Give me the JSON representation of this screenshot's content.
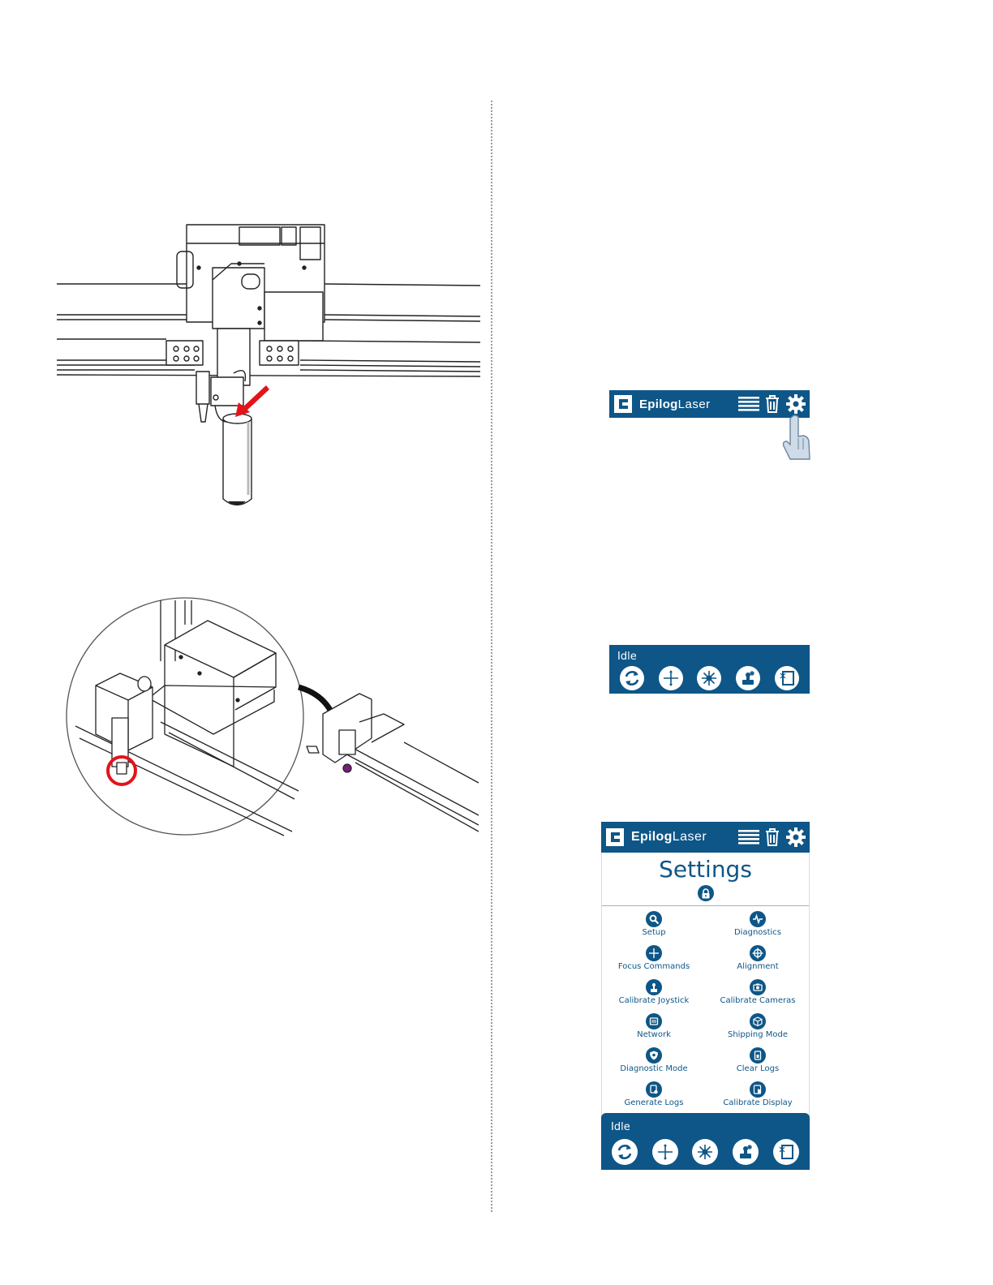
{
  "top_bar": {
    "brand_bold": "Epilog",
    "brand_light": "Laser",
    "icons": [
      "list-icon",
      "trash-icon",
      "gear-icon"
    ]
  },
  "status_panel": {
    "status": "Idle",
    "buttons": [
      "refresh-icon",
      "focus-icon",
      "laser-icon",
      "joystick-icon",
      "exit-icon"
    ]
  },
  "settings_screen": {
    "brand_bold": "Epilog",
    "brand_light": "Laser",
    "title": "Settings",
    "items": [
      {
        "label": "Setup",
        "icon": "setup-icon"
      },
      {
        "label": "Diagnostics",
        "icon": "diagnostics-icon"
      },
      {
        "label": "Focus Commands",
        "icon": "focus-icon"
      },
      {
        "label": "Alignment",
        "icon": "alignment-icon"
      },
      {
        "label": "Calibrate Joystick",
        "icon": "joystick-icon"
      },
      {
        "label": "Calibrate Cameras",
        "icon": "camera-icon"
      },
      {
        "label": "Network",
        "icon": "network-icon"
      },
      {
        "label": "Shipping Mode",
        "icon": "box-icon"
      },
      {
        "label": "Diagnostic Mode",
        "icon": "shield-icon"
      },
      {
        "label": "Clear Logs",
        "icon": "clear-logs-icon"
      },
      {
        "label": "Generate Logs",
        "icon": "logs-icon"
      },
      {
        "label": "Calibrate Display",
        "icon": "touch-icon"
      }
    ],
    "status": "Idle"
  },
  "colors": {
    "epilog_blue": "#0e5687",
    "highlight_red": "#e3131a"
  }
}
